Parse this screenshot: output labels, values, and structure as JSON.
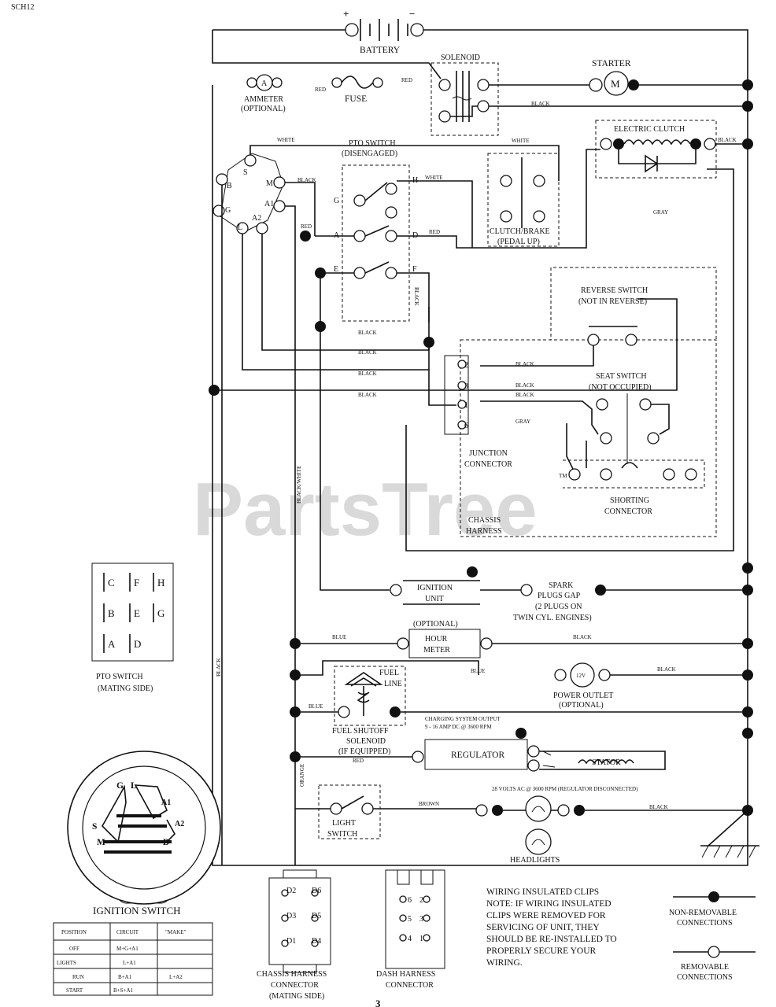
{
  "page_id": "SCH12",
  "page_number": "3",
  "watermark": "PartsTree",
  "watermark_tm": "TM",
  "battery": {
    "label": "BATTERY",
    "plus": "+",
    "minus": "−"
  },
  "solenoid": {
    "label": "SOLENOID"
  },
  "starter": {
    "label": "STARTER",
    "symbol": "M"
  },
  "ammeter": {
    "label": "AMMETER",
    "sub": "(OPTIONAL)",
    "symbol": "A"
  },
  "fuse": {
    "label": "FUSE"
  },
  "electric_clutch": {
    "label": "ELECTRIC CLUTCH"
  },
  "pto_switch": {
    "label": "PTO SWITCH",
    "sub": "(DISENGAGED)",
    "terminals": [
      "G",
      "H",
      "A",
      "D",
      "E",
      "F"
    ]
  },
  "clutch_brake": {
    "label": "CLUTCH/BRAKE",
    "sub": "(PEDAL UP)"
  },
  "reverse_switch": {
    "label": "REVERSE SWITCH",
    "sub": "(NOT IN REVERSE)"
  },
  "seat_switch": {
    "label": "SEAT SWITCH",
    "sub": "(NOT OCCUPIED)"
  },
  "junction_connector": {
    "label": "JUNCTION",
    "label2": "CONNECTOR",
    "pins": [
      "2",
      "3",
      "1",
      "6"
    ]
  },
  "shorting_connector": {
    "label": "SHORTING",
    "label2": "CONNECTOR"
  },
  "chassis_harness": {
    "label": "CHASSIS",
    "label2": "HARNESS"
  },
  "ignition_unit": {
    "label": "IGNITION",
    "label2": "UNIT"
  },
  "spark_plugs": {
    "line1": "SPARK",
    "line2": "PLUGS GAP",
    "line3": "(2 PLUGS ON",
    "line4": "TWIN CYL. ENGINES)"
  },
  "hour_meter": {
    "optional": "(OPTIONAL)",
    "line1": "HOUR",
    "line2": "METER"
  },
  "power_outlet": {
    "label": "POWER OUTLET",
    "sub": "(OPTIONAL)",
    "symbol": "12V"
  },
  "fuel_shutoff": {
    "line1": "FUEL SHUTOFF",
    "line2": "SOLENOID",
    "line3": "(IF EQUIPPED)",
    "fuel_line": "FUEL",
    "fuel_line2": "LINE"
  },
  "charging": {
    "line1": "CHARGING SYSTEM OUTPUT",
    "line2": "9 - 16 AMP DC @ 3600 RPM"
  },
  "regulator": {
    "label": "REGULATOR"
  },
  "stator": {
    "label": "STATOR"
  },
  "ac_note": "28 VOLTS AC @ 3600 RPM (REGULATOR DISCONNECTED)",
  "light_switch": {
    "line1": "LIGHT",
    "line2": "SWITCH"
  },
  "headlights": {
    "label": "HEADLIGHTS"
  },
  "wire_colors": {
    "black": "BLACK",
    "white": "WHITE",
    "red": "RED",
    "blue": "BLUE",
    "gray": "GRAY",
    "orange": "ORANGE",
    "brown": "BROWN",
    "black_white": "BLACK/WHITE"
  },
  "ignition_terminals": [
    "S",
    "B",
    "G",
    "L",
    "M",
    "A1",
    "A2"
  ],
  "pto_mating": {
    "label": "PTO SWITCH",
    "sub": "(MATING SIDE)",
    "pins": [
      "C",
      "F",
      "H",
      "B",
      "E",
      "G",
      "A",
      "D"
    ]
  },
  "ignition_switch": {
    "label": "IGNITION SWITCH",
    "face_letters": [
      "G",
      "L",
      "A1",
      "S",
      "A2",
      "M",
      "B"
    ],
    "table": {
      "headers": [
        "POSITION",
        "CIRCUIT",
        "\"MAKE\""
      ],
      "rows": [
        [
          "OFF",
          "M+G+A1",
          ""
        ],
        [
          "LIGHTS",
          "",
          "L+A1"
        ],
        [
          "RUN",
          "B+A1",
          "L+A2"
        ],
        [
          "START",
          "B+S+A1",
          ""
        ]
      ]
    }
  },
  "chassis_connector": {
    "line1": "CHASSIS HARNESS",
    "line2": "CONNECTOR",
    "line3": "(MATING SIDE)",
    "pins": [
      "D2",
      "D6",
      "D3",
      "D5",
      "D1",
      "D4"
    ]
  },
  "dash_connector": {
    "line1": "DASH HARNESS",
    "line2": "CONNECTOR",
    "pins": [
      "6",
      "2",
      "5",
      "3",
      "4",
      "1"
    ]
  },
  "note": {
    "l1": "WIRING INSULATED CLIPS",
    "l2": "NOTE: IF WIRING INSULATED",
    "l3": "CLIPS WERE REMOVED FOR",
    "l4": "SERVICING OF UNIT, THEY",
    "l5": "SHOULD BE RE-INSTALLED TO",
    "l6": "PROPERLY SECURE YOUR",
    "l7": "WIRING."
  },
  "legend": {
    "nonremovable": "NON-REMOVABLE",
    "nonremovable2": "CONNECTIONS",
    "removable": "REMOVABLE",
    "removable2": "CONNECTIONS"
  }
}
